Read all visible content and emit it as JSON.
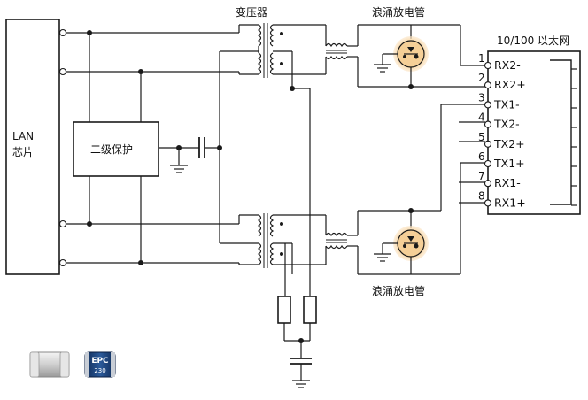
{
  "labels": {
    "lan_chip_line1": "LAN",
    "lan_chip_line2": "芯片",
    "secondary_protection": "二级保护",
    "transformer": "变压器",
    "surge_tube_top": "浪涌放电管",
    "surge_tube_bottom": "浪涌放电管",
    "ethernet_port": "10/100 以太网"
  },
  "rj45_pins": [
    {
      "num": "1",
      "signal": "RX2-"
    },
    {
      "num": "2",
      "signal": "RX2+"
    },
    {
      "num": "3",
      "signal": "TX1-"
    },
    {
      "num": "4",
      "signal": "TX2-"
    },
    {
      "num": "5",
      "signal": "TX2+"
    },
    {
      "num": "6",
      "signal": "TX1+"
    },
    {
      "num": "7",
      "signal": "RX1-"
    },
    {
      "num": "8",
      "signal": "RX1+"
    }
  ],
  "component_photos": {
    "epcos_text": "EPC",
    "epcos_code": "230"
  },
  "colors": {
    "surge_tube_fill": "#f7d9a9",
    "surge_tube_glow": "#fbe7c8",
    "epcos_body": "#1d3f73"
  }
}
